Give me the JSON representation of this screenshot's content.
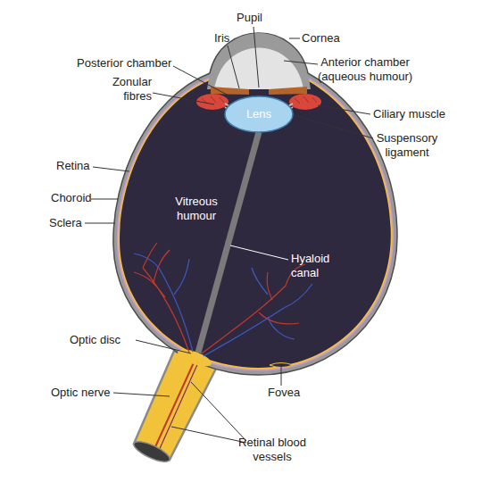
{
  "diagram": {
    "nodes": [
      {
        "text": [
          "Lens"
        ]
      }
    ],
    "labels": [
      "Pupil",
      "Iris",
      "Cornea",
      "Posterior chamber",
      "Anterior chamber (aqueous humour)",
      "Zonular fibres",
      "Ciliary muscle",
      "Suspensory ligament",
      "Retina",
      "Choroid",
      "Sclera",
      "Vitreous humour",
      "Hyaloid canal",
      "Optic disc",
      "Optic nerve",
      "Fovea",
      "Retinal blood vessels"
    ]
  }
}
